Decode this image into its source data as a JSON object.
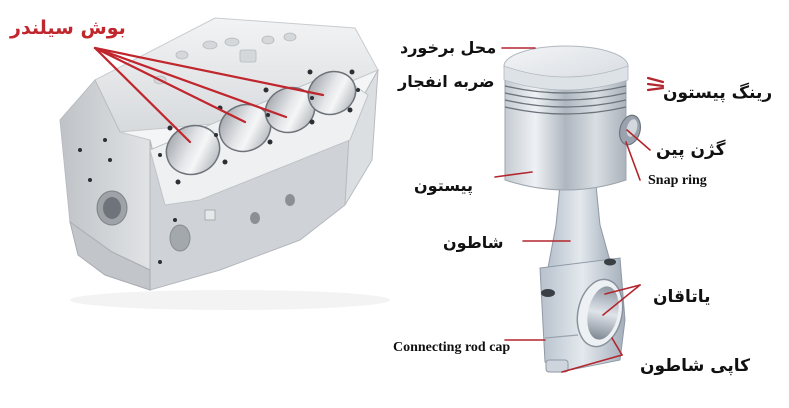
{
  "colors": {
    "background": "#ffffff",
    "label_red": "#c0262d",
    "leader_line": "#b3262d",
    "text_dark": "#111111",
    "metal_light": "#e6e8ea",
    "metal_mid": "#b9bdc2",
    "metal_dark": "#7c8086"
  },
  "engine_block": {
    "label": "بوش سیلندر",
    "cylinder_count": 4
  },
  "piston_assembly": {
    "labels": {
      "crown_line1": "محل برخورد",
      "crown_line2": "ضربه انفجار",
      "piston_rings": "رینگ پیستون",
      "piston_pin": "گژن پین",
      "snap_ring": "Snap ring",
      "piston": "پیستون",
      "connecting_rod": "شاطون",
      "bearing": "یاتاقان",
      "rod_cap_en": "Connecting rod cap",
      "rod_cap_fa": "کاپی شاطون"
    }
  }
}
